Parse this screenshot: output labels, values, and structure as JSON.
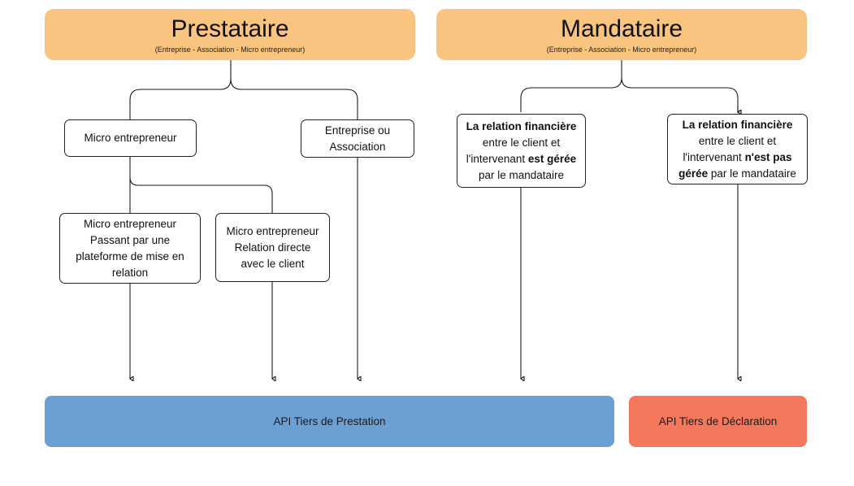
{
  "headers": {
    "prestataire": {
      "title": "Prestataire",
      "subtitle": "(Entreprise - Association - Micro entrepreneur)"
    },
    "mandataire": {
      "title": "Mandataire",
      "subtitle": "(Entreprise - Association - Micro entrepreneur)"
    }
  },
  "nodes": {
    "micro": "Micro entrepreneur",
    "entreprise": [
      "Entreprise ou",
      "Association"
    ],
    "micro_plateforme": [
      "Micro entrepreneur",
      "Passant par une",
      "plateforme de mise en",
      "relation"
    ],
    "micro_direct": [
      "Micro entrepreneur",
      "Relation directe",
      "avec le client"
    ],
    "geree": {
      "l1": "La relation financière",
      "l2": "entre le client et",
      "l3a": "l'intervenant ",
      "l3b": "est gérée",
      "l4": "par le mandataire"
    },
    "non_geree": {
      "l1": "La relation financière",
      "l2": "entre le client et",
      "l3a": "l'intervenant ",
      "l3b": "n'est pas",
      "l4a": "gérée",
      "l4b": " par le mandataire"
    }
  },
  "bars": {
    "prestation": "API Tiers de Prestation",
    "declaration": "API Tiers de Déclaration"
  },
  "colors": {
    "header": "#f8c47f",
    "prestation": "#6c9fd4",
    "declaration": "#f4785c"
  }
}
